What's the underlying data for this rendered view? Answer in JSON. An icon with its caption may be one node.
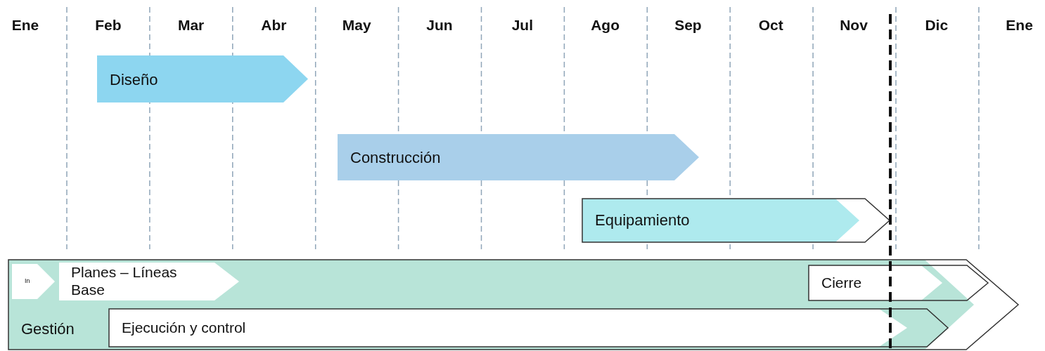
{
  "diagram": {
    "nodes": [
      {
        "text": [
          "Diseño"
        ]
      },
      {
        "text": [
          "Construcción"
        ]
      },
      {
        "text": [
          "Equipamiento"
        ]
      },
      {
        "text": [
          "Gestión"
        ]
      },
      {
        "text": [
          "In"
        ],
        "in": 3
      },
      {
        "text": [
          "Planes – Líneas Base"
        ],
        "in": 3
      },
      {
        "text": [
          "Cierre"
        ],
        "in": 3
      },
      {
        "text": [
          "Ejecución y control"
        ],
        "in": 3
      }
    ],
    "edges": [],
    "labels": [
      "Ene",
      "Feb",
      "Mar",
      "Abr",
      "May",
      "Jun",
      "Jul",
      "Ago",
      "Sep",
      "Oct",
      "Nov",
      "Dic",
      "Ene"
    ]
  }
}
